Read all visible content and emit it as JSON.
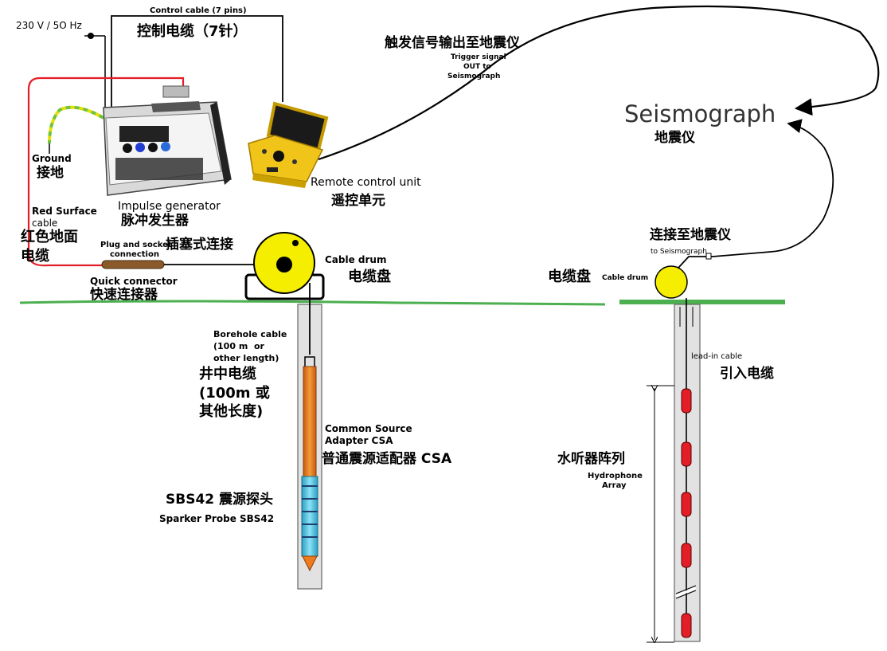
{
  "power": {
    "voltage": "230 V / 5O Hz"
  },
  "control_cable": {
    "en": "Control cable (7 pins)",
    "zh": "控制电缆（7针）"
  },
  "trigger": {
    "zh": "触发信号输出至地震仪",
    "en_l1": "Trigger signal",
    "en_l2": "OUT to",
    "en_l3": "Seismograph"
  },
  "seismograph": {
    "en": "Seismograph",
    "zh": "地震仪"
  },
  "ground": {
    "en": "Ground",
    "zh": "接地"
  },
  "remote": {
    "en": "Remote control unit",
    "zh": "遥控单元"
  },
  "impulse": {
    "en": "Impulse generator",
    "zh": "脉冲发生器"
  },
  "red_cable": {
    "en_l1": "Red Surface",
    "en_l2": "cable",
    "zh_l1": "红色地面",
    "zh_l2": "电缆"
  },
  "plug": {
    "en_l1": "Plug and socket",
    "en_l2": "connection",
    "zh": "插塞式连接"
  },
  "quick": {
    "en": "Quick connector",
    "zh": "快速连接器"
  },
  "cable_drum_left": {
    "en": "Cable drum",
    "zh": "电缆盘"
  },
  "cable_drum_right": {
    "zh": "电缆盘",
    "en": "Cable drum"
  },
  "to_seis": {
    "zh": "连接至地震仪",
    "en": "to Seismograph"
  },
  "borehole": {
    "en_l1": "Borehole cable",
    "en_l2": "(100 m  or",
    "en_l3": "other length)",
    "zh_l1": "井中电缆",
    "zh_l2": "(100m 或",
    "zh_l3": "其他长度)"
  },
  "csa": {
    "en_l1": "Common Source",
    "en_l2": "Adapter CSA",
    "zh": "普通震源适配器 CSA"
  },
  "probe": {
    "zh": "SBS42 震源探头",
    "en": "Sparker Probe SBS42"
  },
  "leadin": {
    "en": "lead-in cable",
    "zh": "引入电缆"
  },
  "hydro": {
    "zh": "水听器阵列",
    "en_l1": "Hydrophone",
    "en_l2": "Array"
  },
  "colors": {
    "red_cable": "#e41e26",
    "yellow": "#f5ee00",
    "orange": "#ee7b1e",
    "cyan": "#3bc4e6",
    "ground_line": "#4caf50",
    "hydrophone_red": "#e41e26",
    "device_yellow": "#f0c419"
  }
}
